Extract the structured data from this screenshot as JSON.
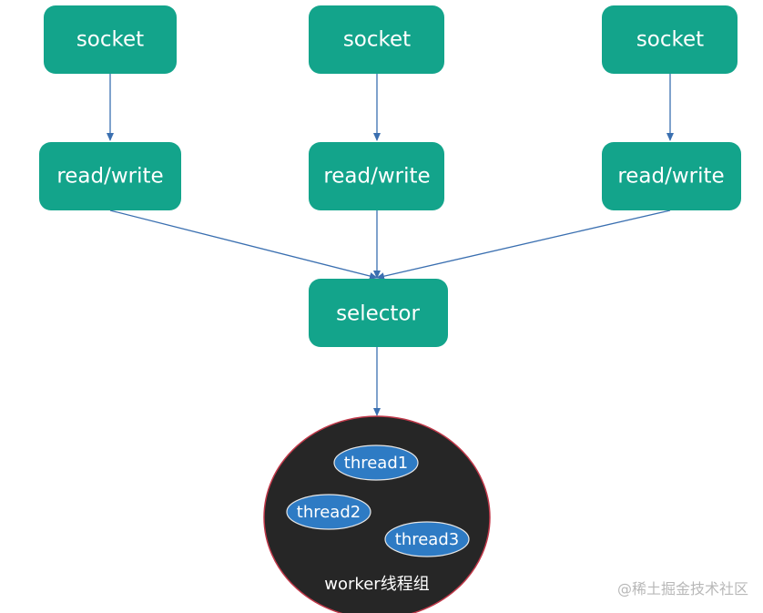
{
  "nodes": {
    "socket_1": "socket",
    "socket_2": "socket",
    "socket_3": "socket",
    "rw_1": "read/write",
    "rw_2": "read/write",
    "rw_3": "read/write",
    "selector": "selector"
  },
  "worker_group": {
    "label": "worker线程组",
    "threads": [
      "thread1",
      "thread2",
      "thread3"
    ]
  },
  "colors": {
    "node_fill": "#13a48b",
    "arrow": "#3a6fb0",
    "group_fill": "#262626",
    "group_border": "#c0394a",
    "thread_fill": "#2e7bc4",
    "thread_border": "#e6e6e6"
  },
  "watermark": "@稀土掘金技术社区"
}
